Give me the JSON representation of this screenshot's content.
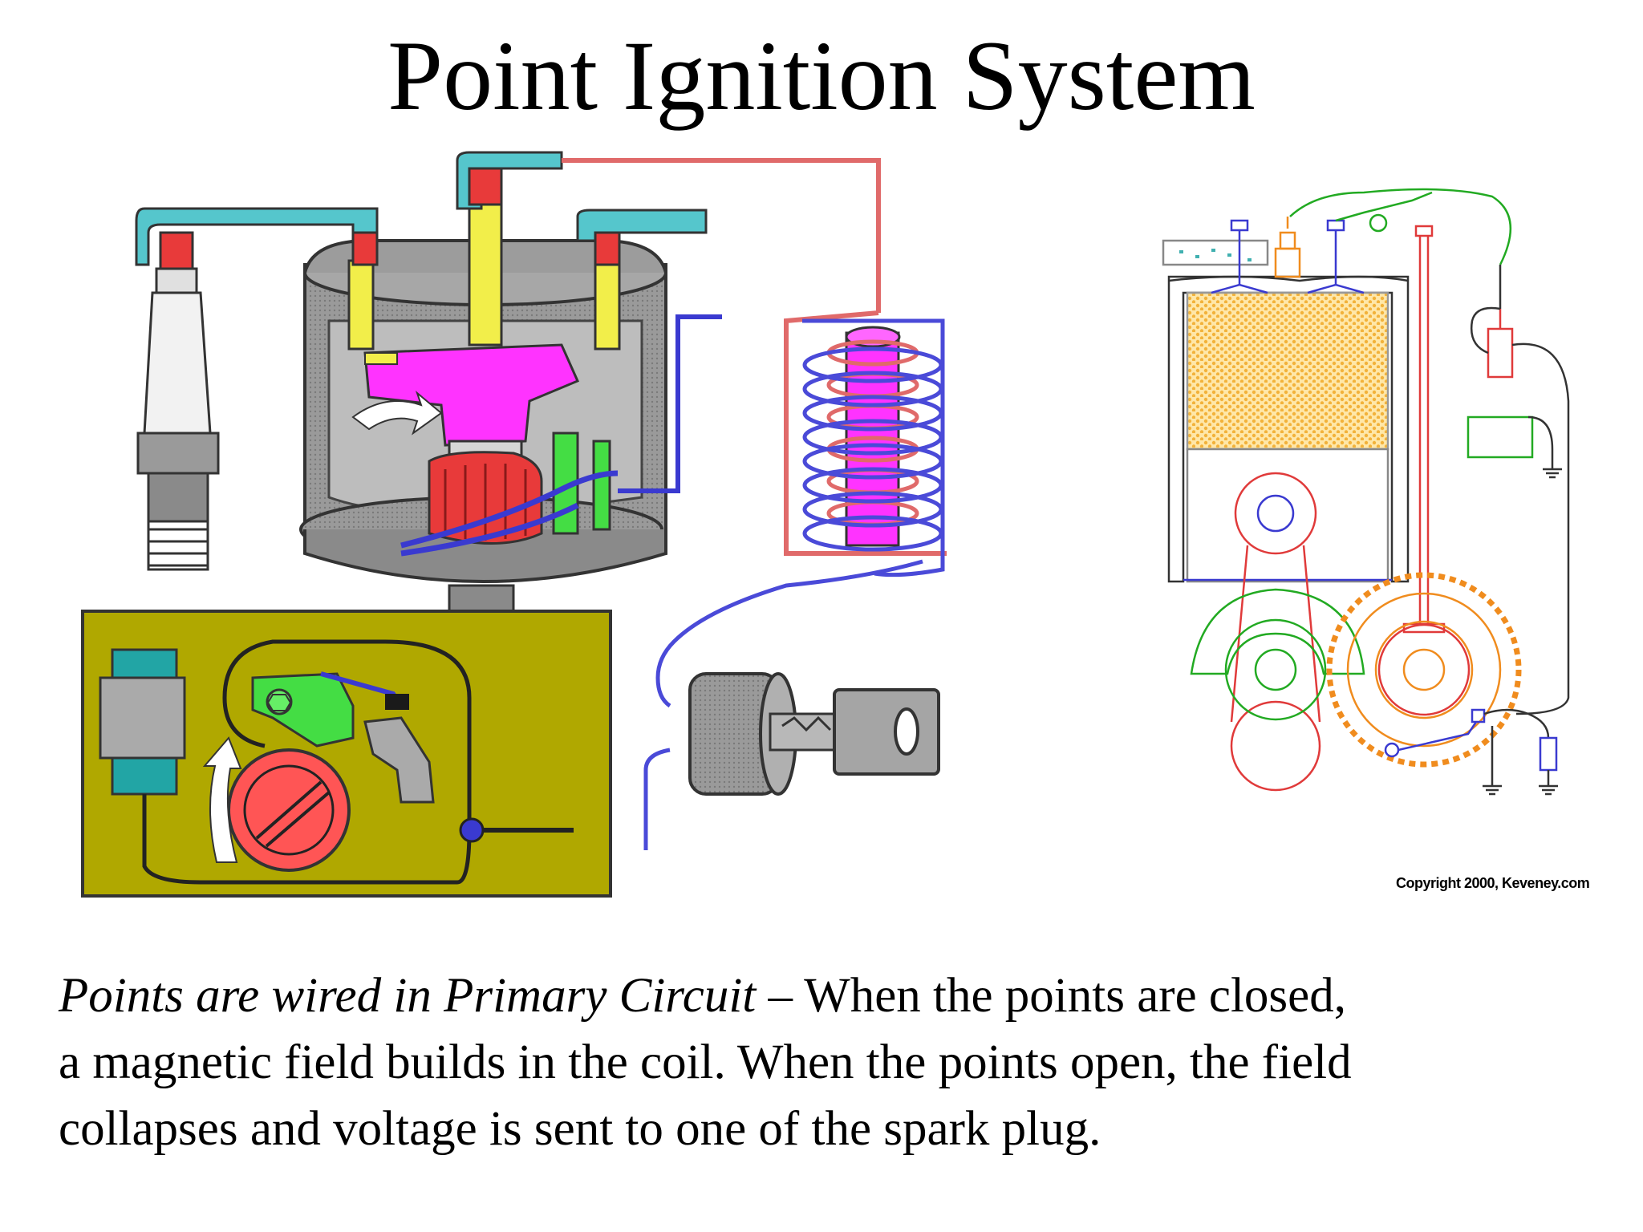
{
  "title": "Point Ignition System",
  "caption": {
    "italic_part": "Points are wired in Primary Circuit",
    "rest_line1": " – When the points are closed,",
    "line2": "a magnetic field builds in the coil. When the points open, the field",
    "line3": "collapses and voltage is sent to one of the spark plug."
  },
  "copyright": "Copyright 2000, Keveney.com",
  "colors": {
    "distributor_gray": "#8c8c8c",
    "rotor_magenta": "#ff33ff",
    "cap_cyan": "#55c6cc",
    "boot_red": "#e83a3a",
    "wire_blue": "#3a3ad0",
    "points_panel_olive": "#b0a800",
    "coil_wire_red": "#e06a6a",
    "points_green": "#44dd44",
    "fuel_orange": "#f2b23a",
    "gear_orange": "#f08c1e"
  }
}
